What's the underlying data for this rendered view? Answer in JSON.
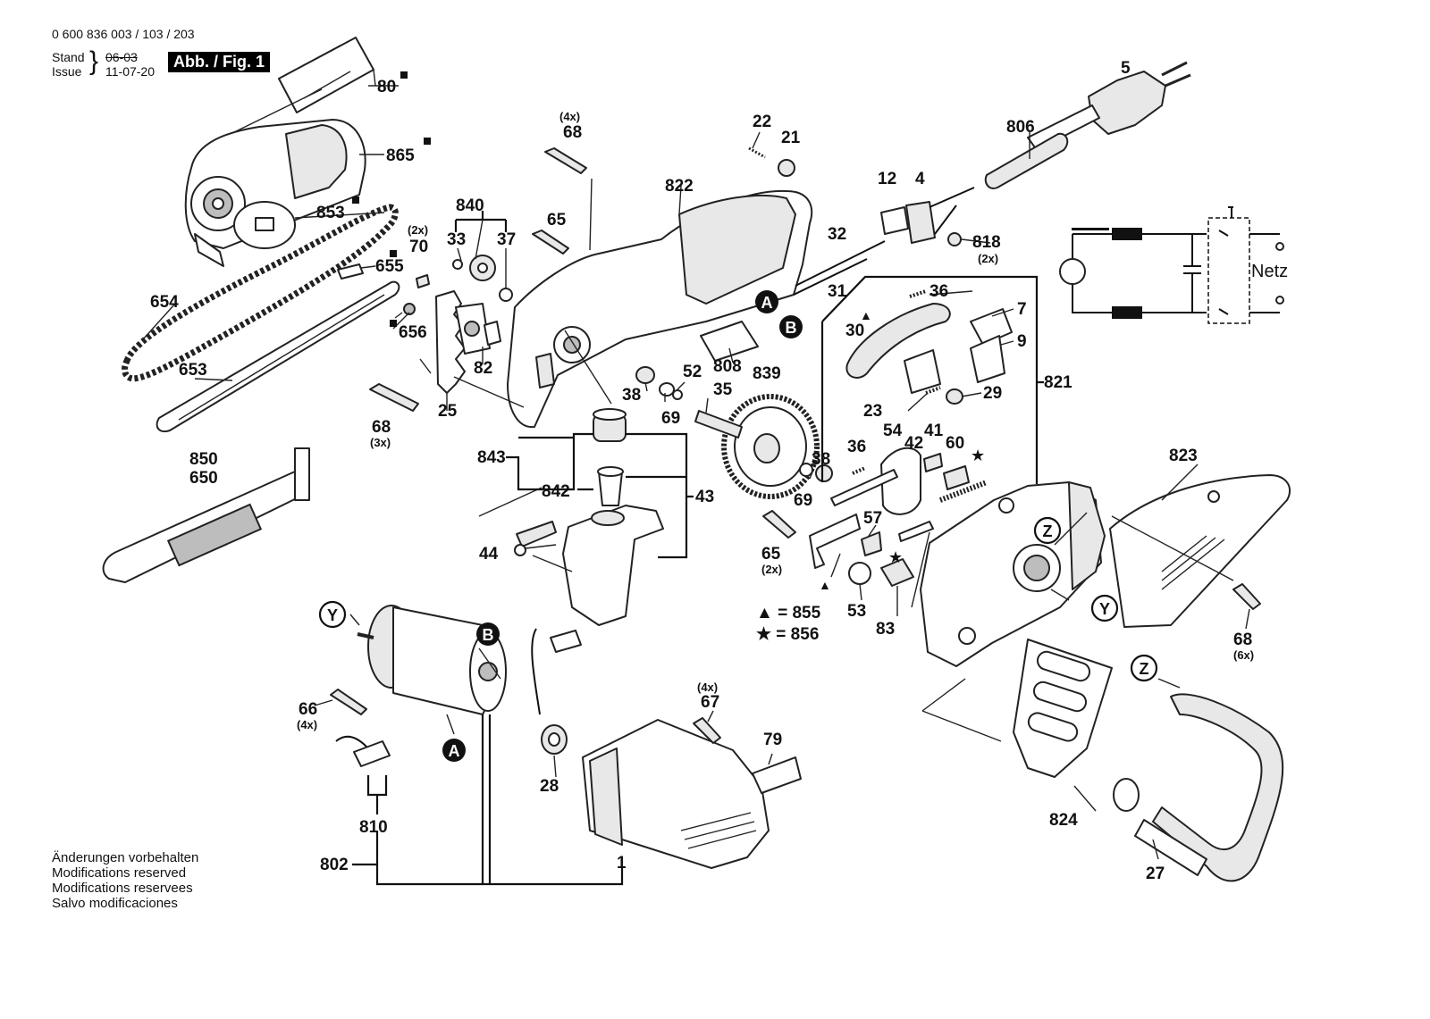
{
  "header": {
    "doc_number": "0 600 836 003 / 103 / 203",
    "stand_label": "Stand",
    "issue_label": "Issue",
    "stand_value": "06-03",
    "issue_value": "11-07-20",
    "figure_badge": "Abb. / Fig. 1"
  },
  "notes": {
    "line1": "Änderungen vorbehalten",
    "line2": "Modifications reserved",
    "line3": "Modifications reservees",
    "line4": "Salvo modificaciones"
  },
  "legend": {
    "triangle": "▲ = 855",
    "star": "★ = 856"
  },
  "schematic": {
    "netz_label": "Netz"
  },
  "callouts": {
    "A": "A",
    "B": "B",
    "Y": "Y",
    "Z": "Z"
  },
  "labels": {
    "p80": "80",
    "p865": "865",
    "p853": "853",
    "p655": "655",
    "p654": "654",
    "p656": "656",
    "p653": "653",
    "p850": "850",
    "p650": "650",
    "p70": "70",
    "q70": "(2x)",
    "p840": "840",
    "p33": "33",
    "p37": "37",
    "p82": "82",
    "p25": "25",
    "p68a": "68",
    "q68a": "(3x)",
    "p68b": "68",
    "q68b": "(4x)",
    "p65a": "65",
    "p822": "822",
    "p22": "22",
    "p21": "21",
    "p806": "806",
    "p5": "5",
    "p12": "12",
    "p4": "4",
    "p818": "818",
    "q818": "(2x)",
    "p32": "32",
    "p31": "31",
    "p808": "808",
    "p38a": "38",
    "p69a": "69",
    "p52": "52",
    "p35": "35",
    "p839": "839",
    "p843": "843",
    "p842": "842",
    "p43": "43",
    "p44": "44",
    "p36a": "36",
    "p7": "7",
    "p30": "30",
    "p9": "9",
    "p29": "29",
    "p23": "23",
    "p821": "821",
    "p54": "54",
    "p41": "41",
    "p42": "42",
    "p60": "60",
    "p36b": "36",
    "p38b": "38",
    "p69b": "69",
    "p65b": "65",
    "q65b": "(2x)",
    "p57": "57",
    "p53": "53",
    "p83": "83",
    "p823": "823",
    "p68c": "68",
    "q68c": "(6x)",
    "p66": "66",
    "q66": "(4x)",
    "p67": "67",
    "q67": "(4x)",
    "p79": "79",
    "p28": "28",
    "p810": "810",
    "p802": "802",
    "p1": "1",
    "p824": "824",
    "p27": "27"
  }
}
